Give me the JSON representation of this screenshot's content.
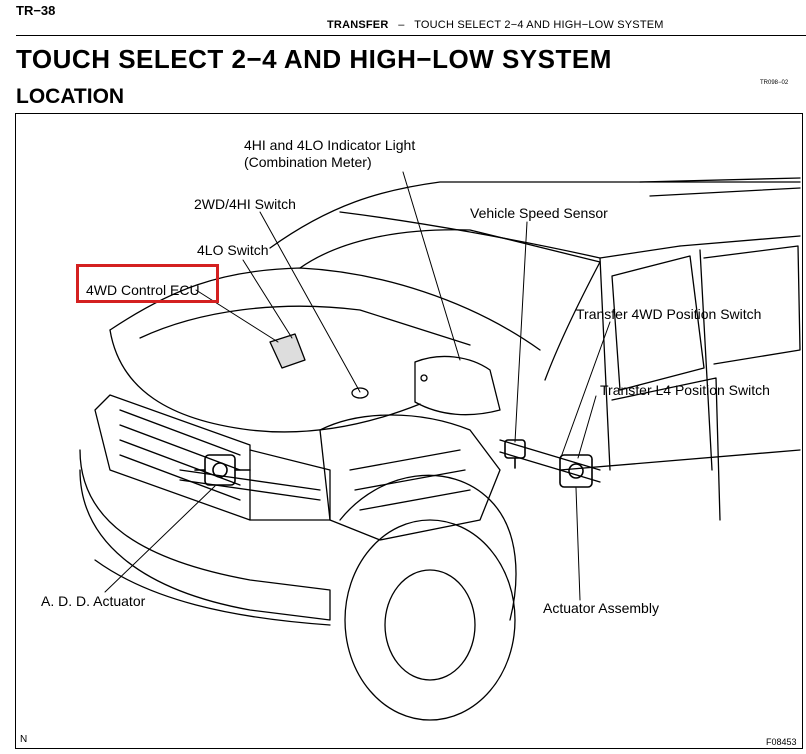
{
  "header": {
    "page_number": "TR−38",
    "section": "TRANSFER",
    "separator": "–",
    "topic": "TOUCH SELECT 2−4 AND HIGH−LOW SYSTEM"
  },
  "title": "TOUCH SELECT 2−4 AND HIGH−LOW SYSTEM",
  "subtitle": "LOCATION",
  "ref_code": "TR098−02",
  "labels": {
    "indicator_light_line1": "4HI and 4LO Indicator Light",
    "indicator_light_line2": "(Combination Meter)",
    "switch_2wd_4hi": "2WD/4HI Switch",
    "switch_4lo": "4LO Switch",
    "control_ecu": "4WD Control ECU",
    "speed_sensor": "Vehicle Speed Sensor",
    "transfer_4wd_switch": "Transfer 4WD Position Switch",
    "transfer_l4_switch": "Transfer L4 Position Switch",
    "add_actuator": "A. D. D. Actuator",
    "actuator_assembly": "Actuator Assembly"
  },
  "highlight_color": "#d42020",
  "corner_mark": "N",
  "figure_code": "F08453"
}
